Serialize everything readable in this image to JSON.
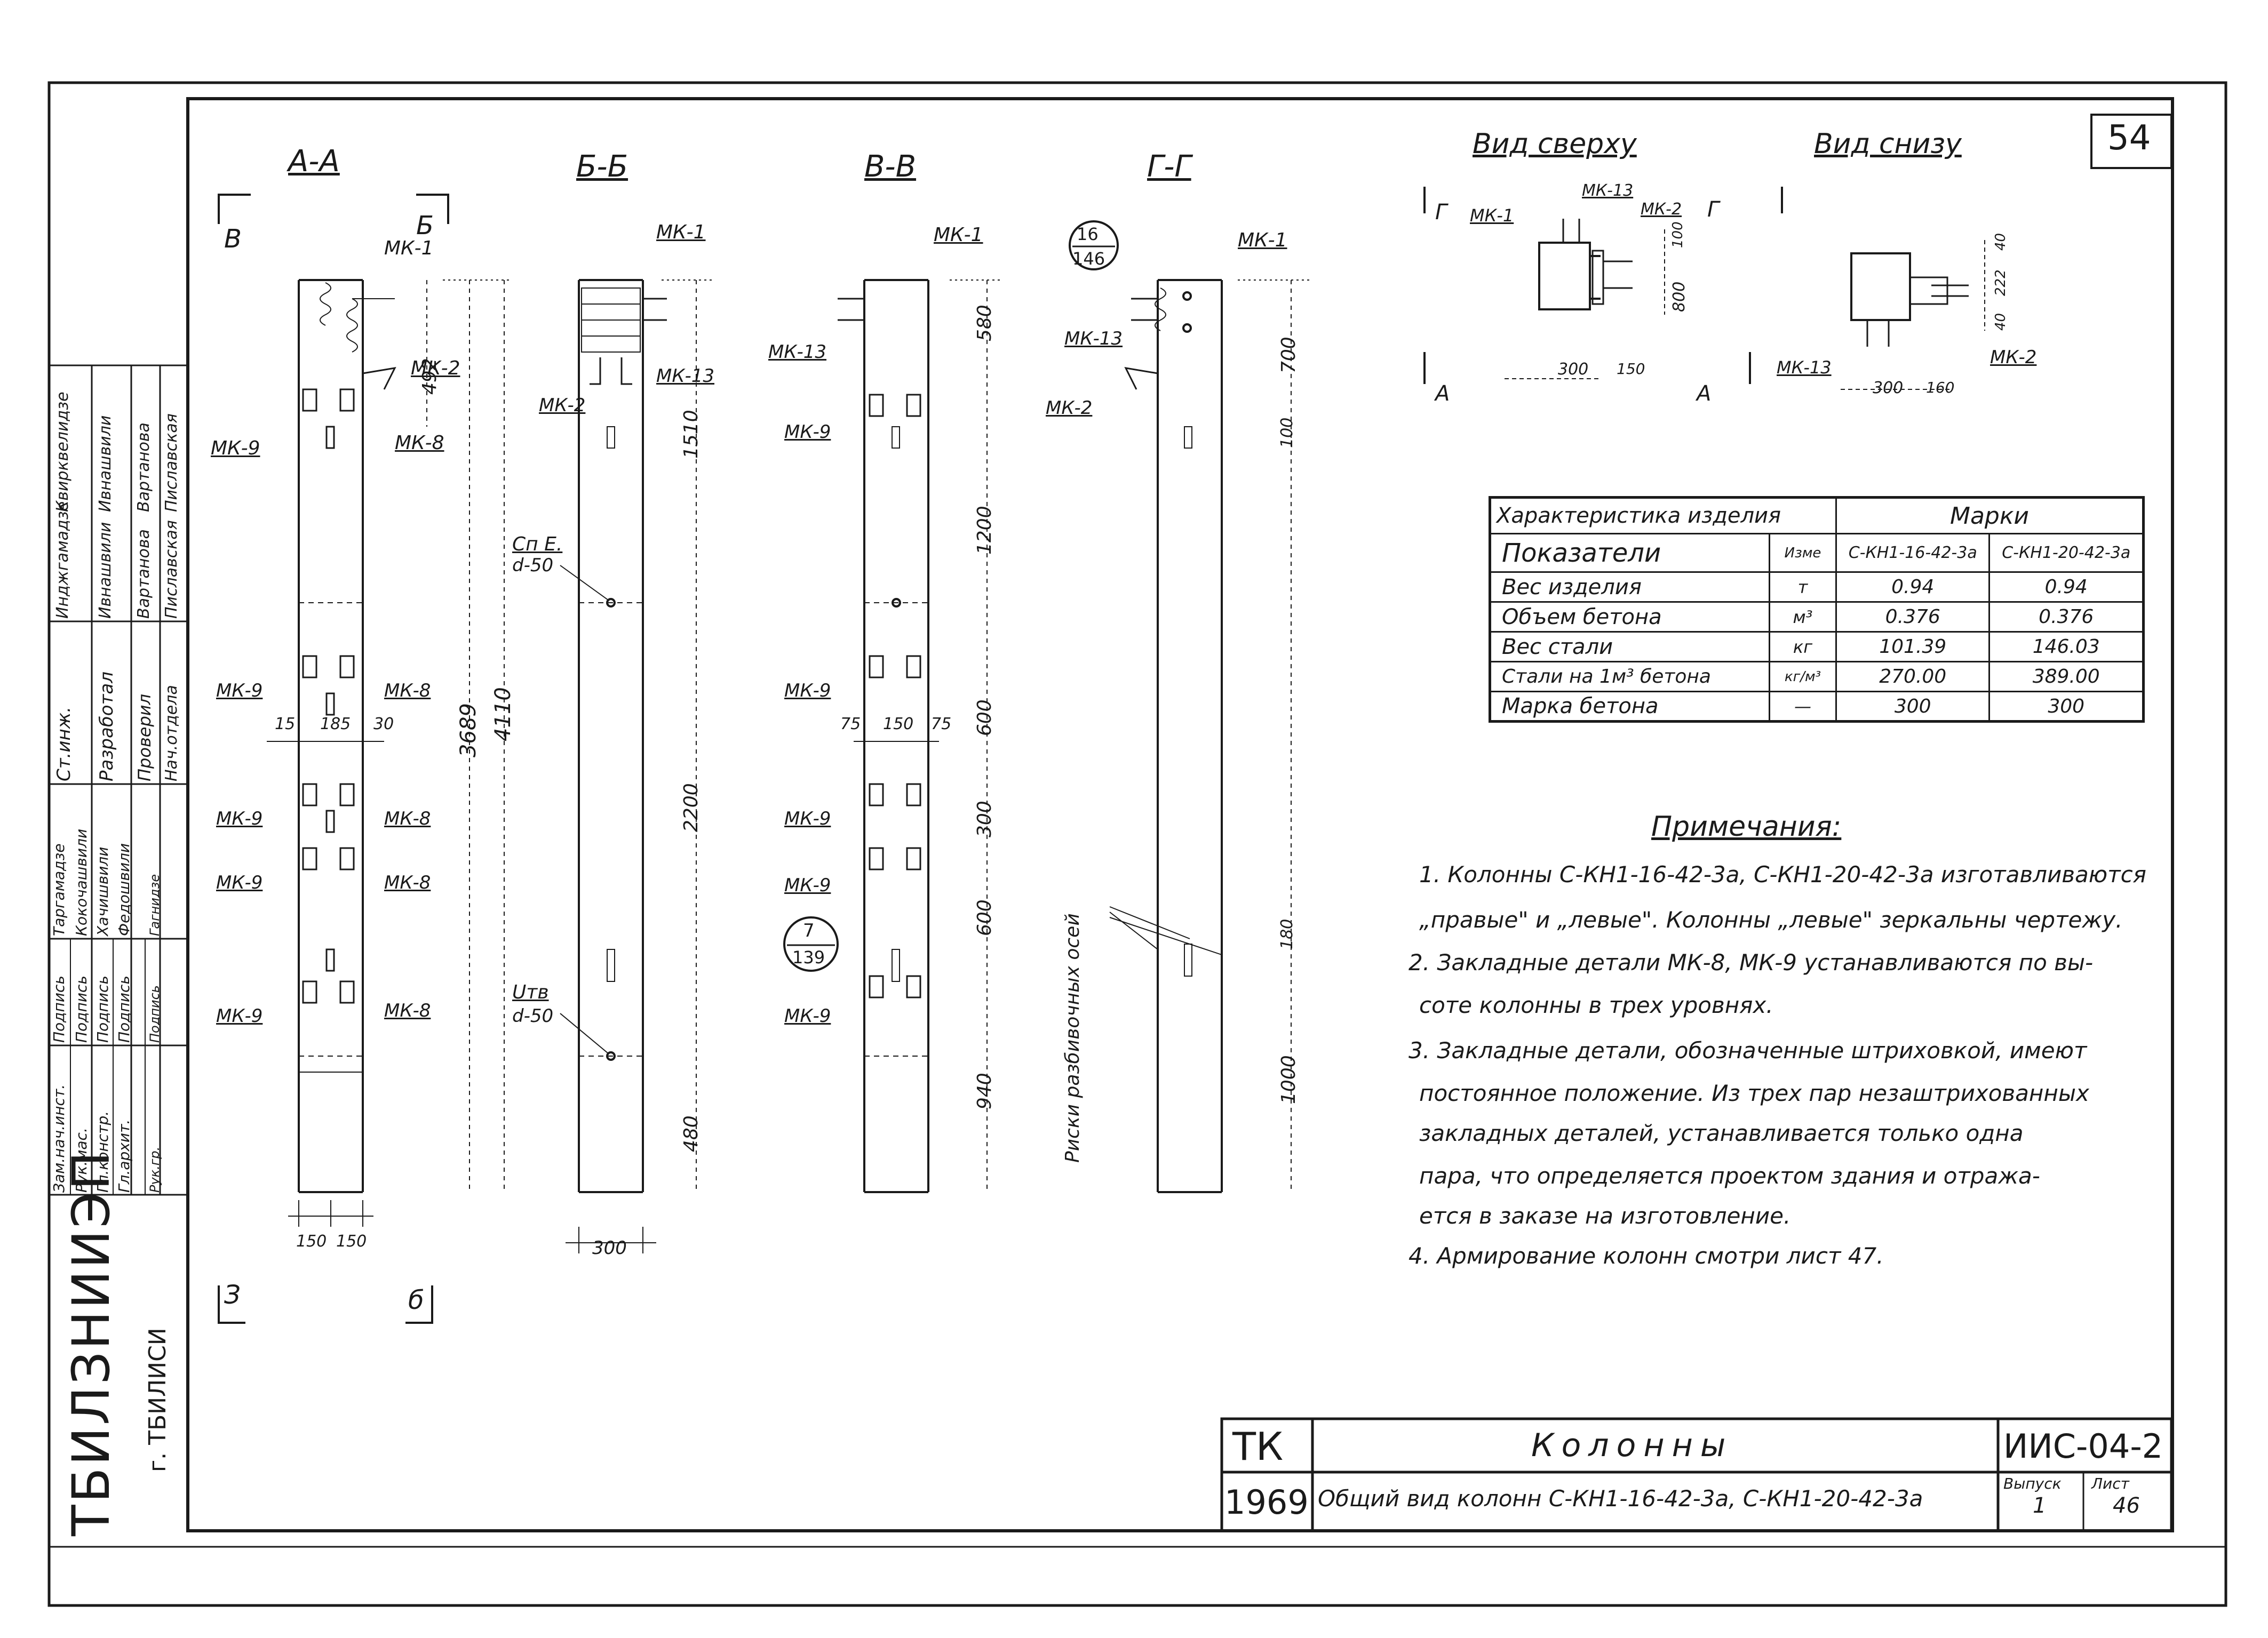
{
  "sheet": {
    "number": "54"
  },
  "sections": {
    "aa": "А-А",
    "bb": "Б-Б",
    "vv": "В-В",
    "gg": "Г-Г",
    "cut_v": "В",
    "cut_b": "Б",
    "cut_3": "З",
    "cut_b2": "б"
  },
  "views": {
    "top": "Вид сверху",
    "bottom": "Вид снизу",
    "cut_a": "А",
    "cut_g": "Г"
  },
  "labels": {
    "mk1": "МК-1",
    "mk2": "МК-2",
    "mk8": "МК-8",
    "mk9": "МК-9",
    "mk13": "МК-13",
    "sp_a": "Сп Е.",
    "sp_b": "d-50",
    "tube_a": "Uтв",
    "tube_b": "d-50",
    "callout1_top": "16",
    "callout1_bot": "146",
    "callout2_top": "7",
    "callout2_bot": "139",
    "risks": "Риски разбивочных осей"
  },
  "dims": {
    "d492": "492",
    "d3689": "3689",
    "d4110": "4110",
    "d15": "15",
    "d185": "185",
    "d30": "30",
    "d150a": "150",
    "d150b": "150",
    "d300": "300",
    "d580": "580",
    "d1510": "1510",
    "d1200": "1200",
    "d2200": "2200",
    "d600a": "600",
    "d300b": "300",
    "d600b": "600",
    "d940": "940",
    "d480": "480",
    "d75a": "75",
    "d150c": "150",
    "d75b": "75",
    "d700": "700",
    "d100a": "100",
    "d100b": "100",
    "d180": "180",
    "d1000": "1000",
    "tv300": "300",
    "tv150": "150",
    "tv800": "800",
    "tv100": "100",
    "bv300": "300",
    "bv160": "160",
    "bv40": "40",
    "bv222": "222",
    "bv40b": "40"
  },
  "char_table": {
    "title": "Характеристика изделия",
    "marks": "Марки",
    "col_indicator": "Показатели",
    "col_unit": "Изме",
    "mark1": "С-КН1-16-42-3а",
    "mark2": "С-КН1-20-42-3а",
    "rows": [
      {
        "name": "Вес изделия",
        "unit": "т",
        "v1": "0.94",
        "v2": "0.94"
      },
      {
        "name": "Объем бетона",
        "unit": "м³",
        "v1": "0.376",
        "v2": "0.376"
      },
      {
        "name": "Вес стали",
        "unit": "кг",
        "v1": "101.39",
        "v2": "146.03"
      },
      {
        "name": "Стали на 1м³ бетона",
        "unit": "кг/м³",
        "v1": "270.00",
        "v2": "389.00"
      },
      {
        "name": "Марка бетона",
        "unit": "—",
        "v1": "300",
        "v2": "300"
      }
    ]
  },
  "notes": {
    "title": "Примечания:",
    "lines": [
      "1. Колонны С-КН1-16-42-3а, С-КН1-20-42-3а изготавливаются",
      "„правые\" и „левые\". Колонны „левые\" зеркальны чертежу.",
      "2. Закладные детали МК-8, МК-9 устанавливаются по вы-",
      "соте колонны в трех уровнях.",
      "3. Закладные детали, обозначенные штриховкой, имеют",
      "постоянное положение. Из трех пар незаштрихованных",
      "закладных деталей, устанавливается только одна",
      "пара, что определяется проектом здания и отража-",
      "ется в заказе на изготовление.",
      "4. Армирование колонн смотри лист 47."
    ]
  },
  "sidebar": {
    "org": "ТБИЛЗНИИЭП",
    "city": "г. ТБИЛИСИ",
    "roles": [
      "Зам.нач.инст.",
      "Рук.мас.",
      "Гл.констр.",
      "Гл.архит.",
      "Рук.гр."
    ],
    "signs": [
      "Подпись",
      "Подпись",
      "Подпись",
      "Подпись",
      "Подпись"
    ],
    "names": [
      "Таргамадзе",
      "Кокочашвили",
      "Хачишвили",
      "Федошвили",
      "Гагнидзе"
    ],
    "roles2": [
      "Ст.инж.",
      "Разработал",
      "Проверил",
      "Нач.отдела"
    ],
    "names2": [
      "Инджгамадзе",
      "Ивнашвили",
      "Вартанова",
      "Пиславская"
    ],
    "names3": [
      "Квирквелидзе",
      "Ивнашвили",
      "Вартанова",
      "Пиславская"
    ]
  },
  "title_block": {
    "code_tk": "ТК",
    "year": "1969",
    "name": "Колонны",
    "subtitle": "Общий вид колонн С-КН1-16-42-3а, С-КН1-20-42-3а",
    "series": "ИИС-04-2",
    "issue_label": "Выпуск",
    "issue": "1",
    "sheet_label": "Лист",
    "sheet": "46"
  }
}
